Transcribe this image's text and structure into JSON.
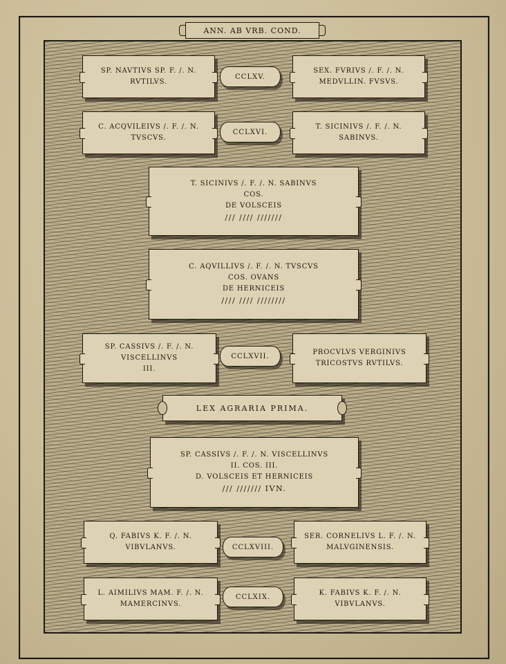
{
  "header": {
    "title": "ANN. AB VRB. COND."
  },
  "rows": [
    {
      "left": [
        "SP. NAVTIVS SP. F. /. N.",
        "RVTILVS."
      ],
      "year": "CCLXV.",
      "right": [
        "SEX. FVRIVS /. F. /. N.",
        "MEDVLLIN. FVSVS."
      ]
    },
    {
      "left": [
        "C. ACQVILEIVS /. F. /. N.",
        "TVSCVS."
      ],
      "year": "CCLXVI.",
      "right": [
        "T. SICINIVS /. F. /. N.",
        "SABINVS."
      ]
    }
  ],
  "triumph1": [
    "T. SICINIVS /. F. /. N. SABINVS",
    "COS.",
    "DE VOLSCEIS",
    "/// //// ///////"
  ],
  "triumph2": [
    "C. AQVILLIVS /. F. /. N. TVSCVS",
    "COS. OVANS",
    "DE HERNICEIS",
    "//// //// ////////"
  ],
  "row3": {
    "left": [
      "SP. CASSIVS /. F. /. N.",
      "VISCELLINVS",
      "III."
    ],
    "year": "CCLXVII.",
    "right": [
      "PROCVLVS VERGINIVS",
      "TRICOSTVS RVTILVS."
    ]
  },
  "band": "LEX AGRARIA PRIMA.",
  "triumph3": [
    "SP. CASSIVS /. F. /. N. VISCELLINVS",
    "II. COS. III.",
    "D. VOLSCEIS ET HERNICEIS",
    "/// /////// IVN."
  ],
  "rows2": [
    {
      "left": [
        "Q. FABIVS K. F. /. N.",
        "VIBVLANVS."
      ],
      "year": "CCLXVIII.",
      "right": [
        "SER. CORNELIVS L. F. /. N.",
        "MALVGINENSIS."
      ]
    },
    {
      "left": [
        "L. AIMILIVS MAM. F. /. N.",
        "MAMERCINVS."
      ],
      "year": "CCLXIX.",
      "right": [
        "K. FABIVS K. F. /. N.",
        "VIBVLANVS."
      ]
    }
  ]
}
